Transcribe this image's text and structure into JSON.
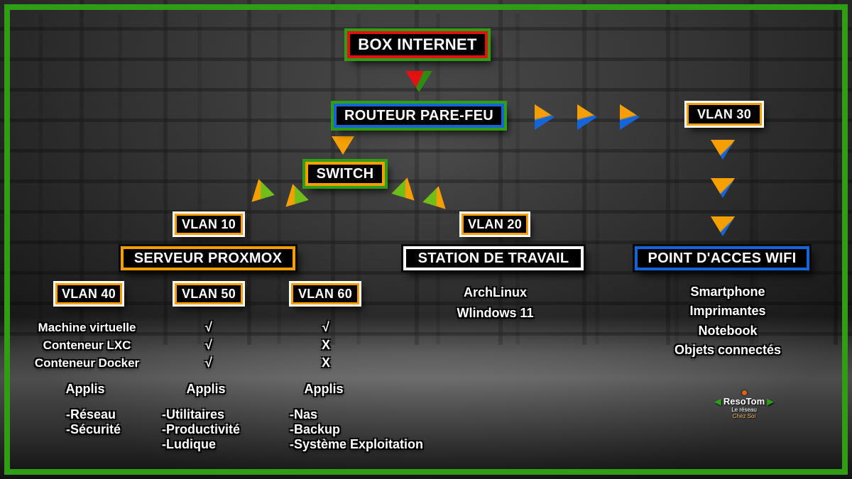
{
  "nodes": {
    "box_internet": "BOX INTERNET",
    "routeur": "ROUTEUR PARE-FEU",
    "vlan30": "VLAN 30",
    "switch": "SWITCH",
    "vlan10": "VLAN 10",
    "vlan20": "VLAN 20",
    "serveur_proxmox": "SERVEUR PROXMOX",
    "station_travail": "STATION DE TRAVAIL",
    "point_acces_wifi": "POINT D'ACCES WIFI",
    "vlan40": "VLAN 40",
    "vlan50": "VLAN 50",
    "vlan60": "VLAN 60"
  },
  "proxmox_matrix": {
    "rows": [
      {
        "label": "Machine virtuelle",
        "vlan50": "√",
        "vlan60": "√"
      },
      {
        "label": "Conteneur LXC",
        "vlan50": "√",
        "vlan60": "X"
      },
      {
        "label": "Conteneur Docker",
        "vlan50": "√",
        "vlan60": "X"
      }
    ]
  },
  "station_items": [
    "ArchLinux",
    "Wlindows 11"
  ],
  "wifi_items": [
    "Smartphone",
    "Imprimantes",
    "Notebook",
    "Objets connectés"
  ],
  "applis": [
    {
      "title": "Applis",
      "items": [
        "-Réseau",
        "-Sécurité"
      ]
    },
    {
      "title": "Applis",
      "items": [
        "-Utilitaires",
        "-Productivité",
        "-Ludique"
      ]
    },
    {
      "title": "Applis",
      "items": [
        "-Nas",
        "-Backup",
        "-Système Exploitation"
      ]
    }
  ],
  "logo": {
    "name": "ResoTom",
    "line1": "Le réseau",
    "line2": "Chez Soi"
  },
  "icons": {
    "logo_left_arrow": "◀",
    "logo_right_arrow": "▶"
  },
  "colors": {
    "frame_green": "#2f9e14",
    "internet_red": "#e51111",
    "router_blue": "#1565d8",
    "switch_orange": "#f5a000",
    "arrow_green": "#6fbe1a",
    "vlan_white": "#ffffff"
  }
}
